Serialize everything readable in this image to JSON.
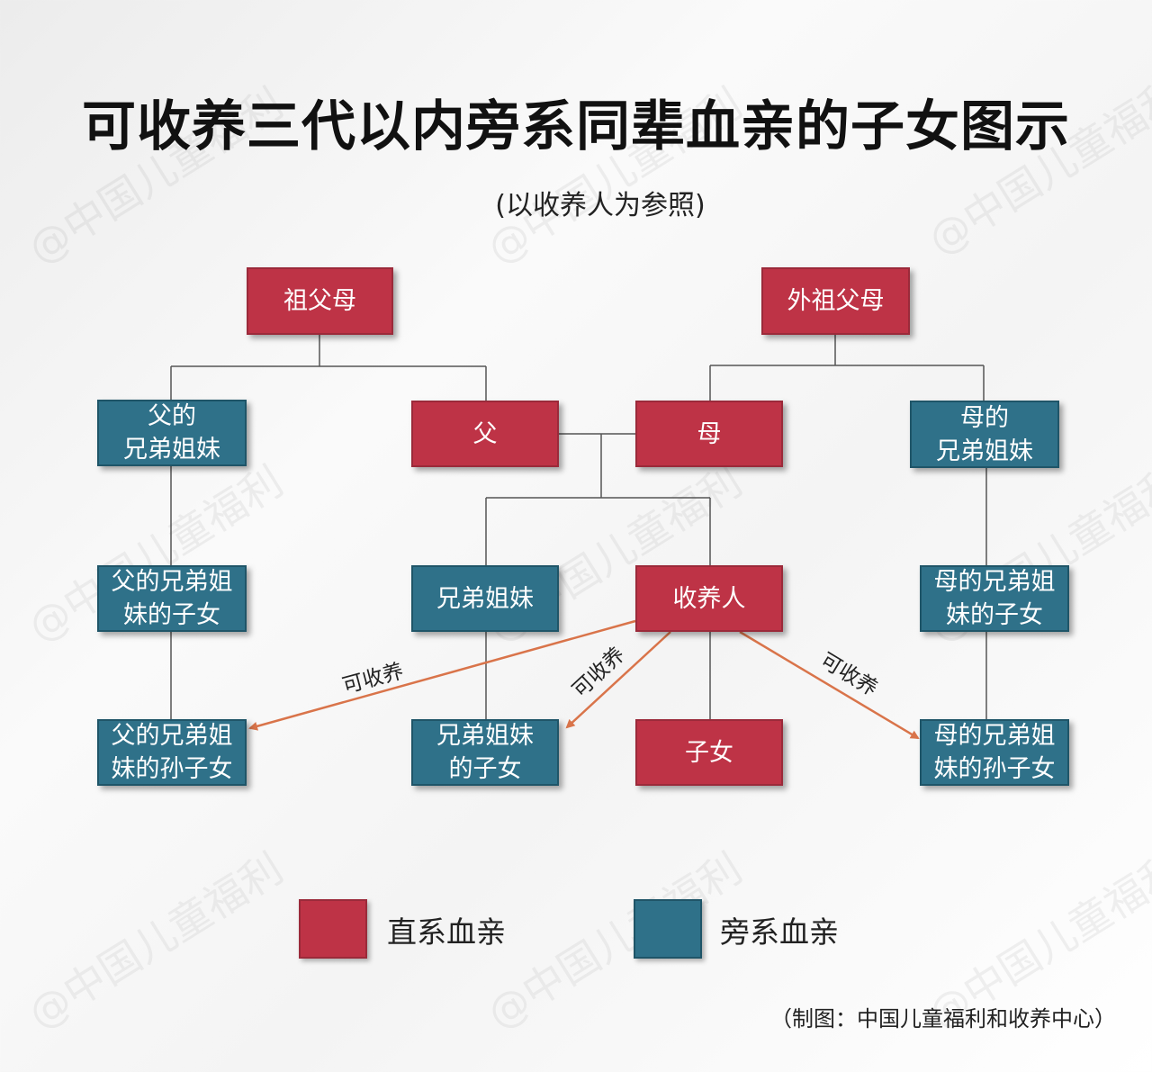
{
  "title": "可收养三代以内旁系同辈血亲的子女图示",
  "subtitle": "(以收养人为参照)",
  "colors": {
    "lineal": "#be3346",
    "collateral": "#2f7189",
    "arrow": "#d9744a"
  },
  "nodes": {
    "paternal_grandparents": "祖父母",
    "maternal_grandparents": "外祖父母",
    "father_siblings_l1": "父的",
    "father_siblings_l2": "兄弟姐妹",
    "father": "父",
    "mother": "母",
    "mother_siblings_l1": "母的",
    "mother_siblings_l2": "兄弟姐妹",
    "father_siblings_children_l1": "父的兄弟姐",
    "father_siblings_children_l2": "妹的子女",
    "siblings": "兄弟姐妹",
    "adopter": "收养人",
    "mother_siblings_children_l1": "母的兄弟姐",
    "mother_siblings_children_l2": "妹的子女",
    "father_siblings_grandchildren_l1": "父的兄弟姐",
    "father_siblings_grandchildren_l2": "妹的孙子女",
    "siblings_children_l1": "兄弟姐妹",
    "siblings_children_l2": "的子女",
    "children": "子女",
    "mother_siblings_grandchildren_l1": "母的兄弟姐",
    "mother_siblings_grandchildren_l2": "妹的孙子女"
  },
  "arrows": {
    "left": "可收养",
    "middle": "可收养",
    "right": "可收养"
  },
  "legend": {
    "lineal": "直系血亲",
    "collateral": "旁系血亲"
  },
  "credit": "（制图：中国儿童福利和收养中心）",
  "watermark": "@中国儿童福利"
}
